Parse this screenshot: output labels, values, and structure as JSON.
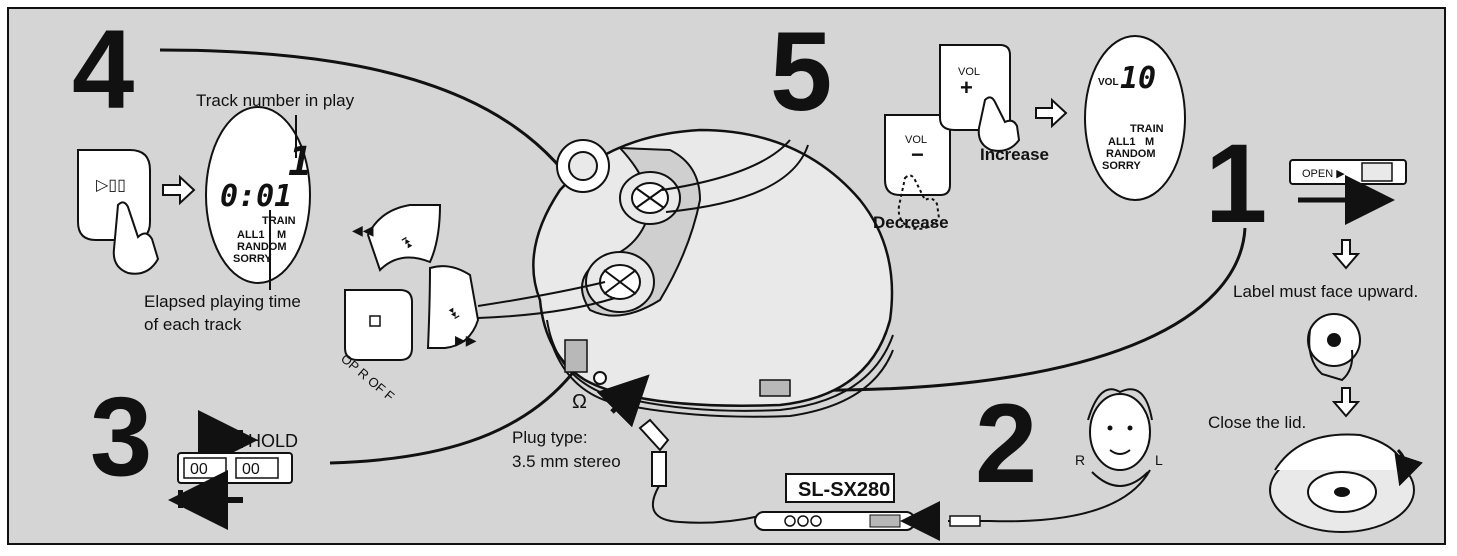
{
  "steps": {
    "step1": "1",
    "step2": "2",
    "step3": "3",
    "step4": "4",
    "step5": "5"
  },
  "step4": {
    "track_label": "Track number in play",
    "elapsed_label_line1": "Elapsed playing time",
    "elapsed_label_line2": "of each track",
    "play_button_symbol": "▷▯▯",
    "display": {
      "track": "1",
      "time": "0:01",
      "line1": "TRAIN",
      "line2a": "ALL1",
      "line2b": "M",
      "line3": "RANDOM",
      "line4": "SORRY"
    },
    "oprof_label": "OP R OF F"
  },
  "step5": {
    "vol_label": "VOL",
    "minus": "−",
    "plus": "+",
    "decrease_label": "Decrease",
    "increase_label": "Increase",
    "display": {
      "vol": "VOL",
      "level": "10",
      "line1": "TRAIN",
      "line2a": "ALL1",
      "line2b": "M",
      "line3": "RANDOM",
      "line4": "SORRY"
    }
  },
  "step1": {
    "open_label": "OPEN ▶",
    "label_note": "Label must face upward.",
    "close_note": "Close the lid."
  },
  "step2": {
    "plug_line1": "Plug type:",
    "plug_line2": "3.5 mm stereo",
    "headphone_symbol": "Ω",
    "model": "SL-SX280",
    "ear_r": "R",
    "ear_l": "L"
  },
  "step3": {
    "hold_label": "HOLD",
    "digits_left": "00",
    "digits_right": "00"
  },
  "colors": {
    "panel": "#d5d5d5",
    "ink": "#111111",
    "device": "#e9e9e9",
    "white": "#ffffff"
  }
}
